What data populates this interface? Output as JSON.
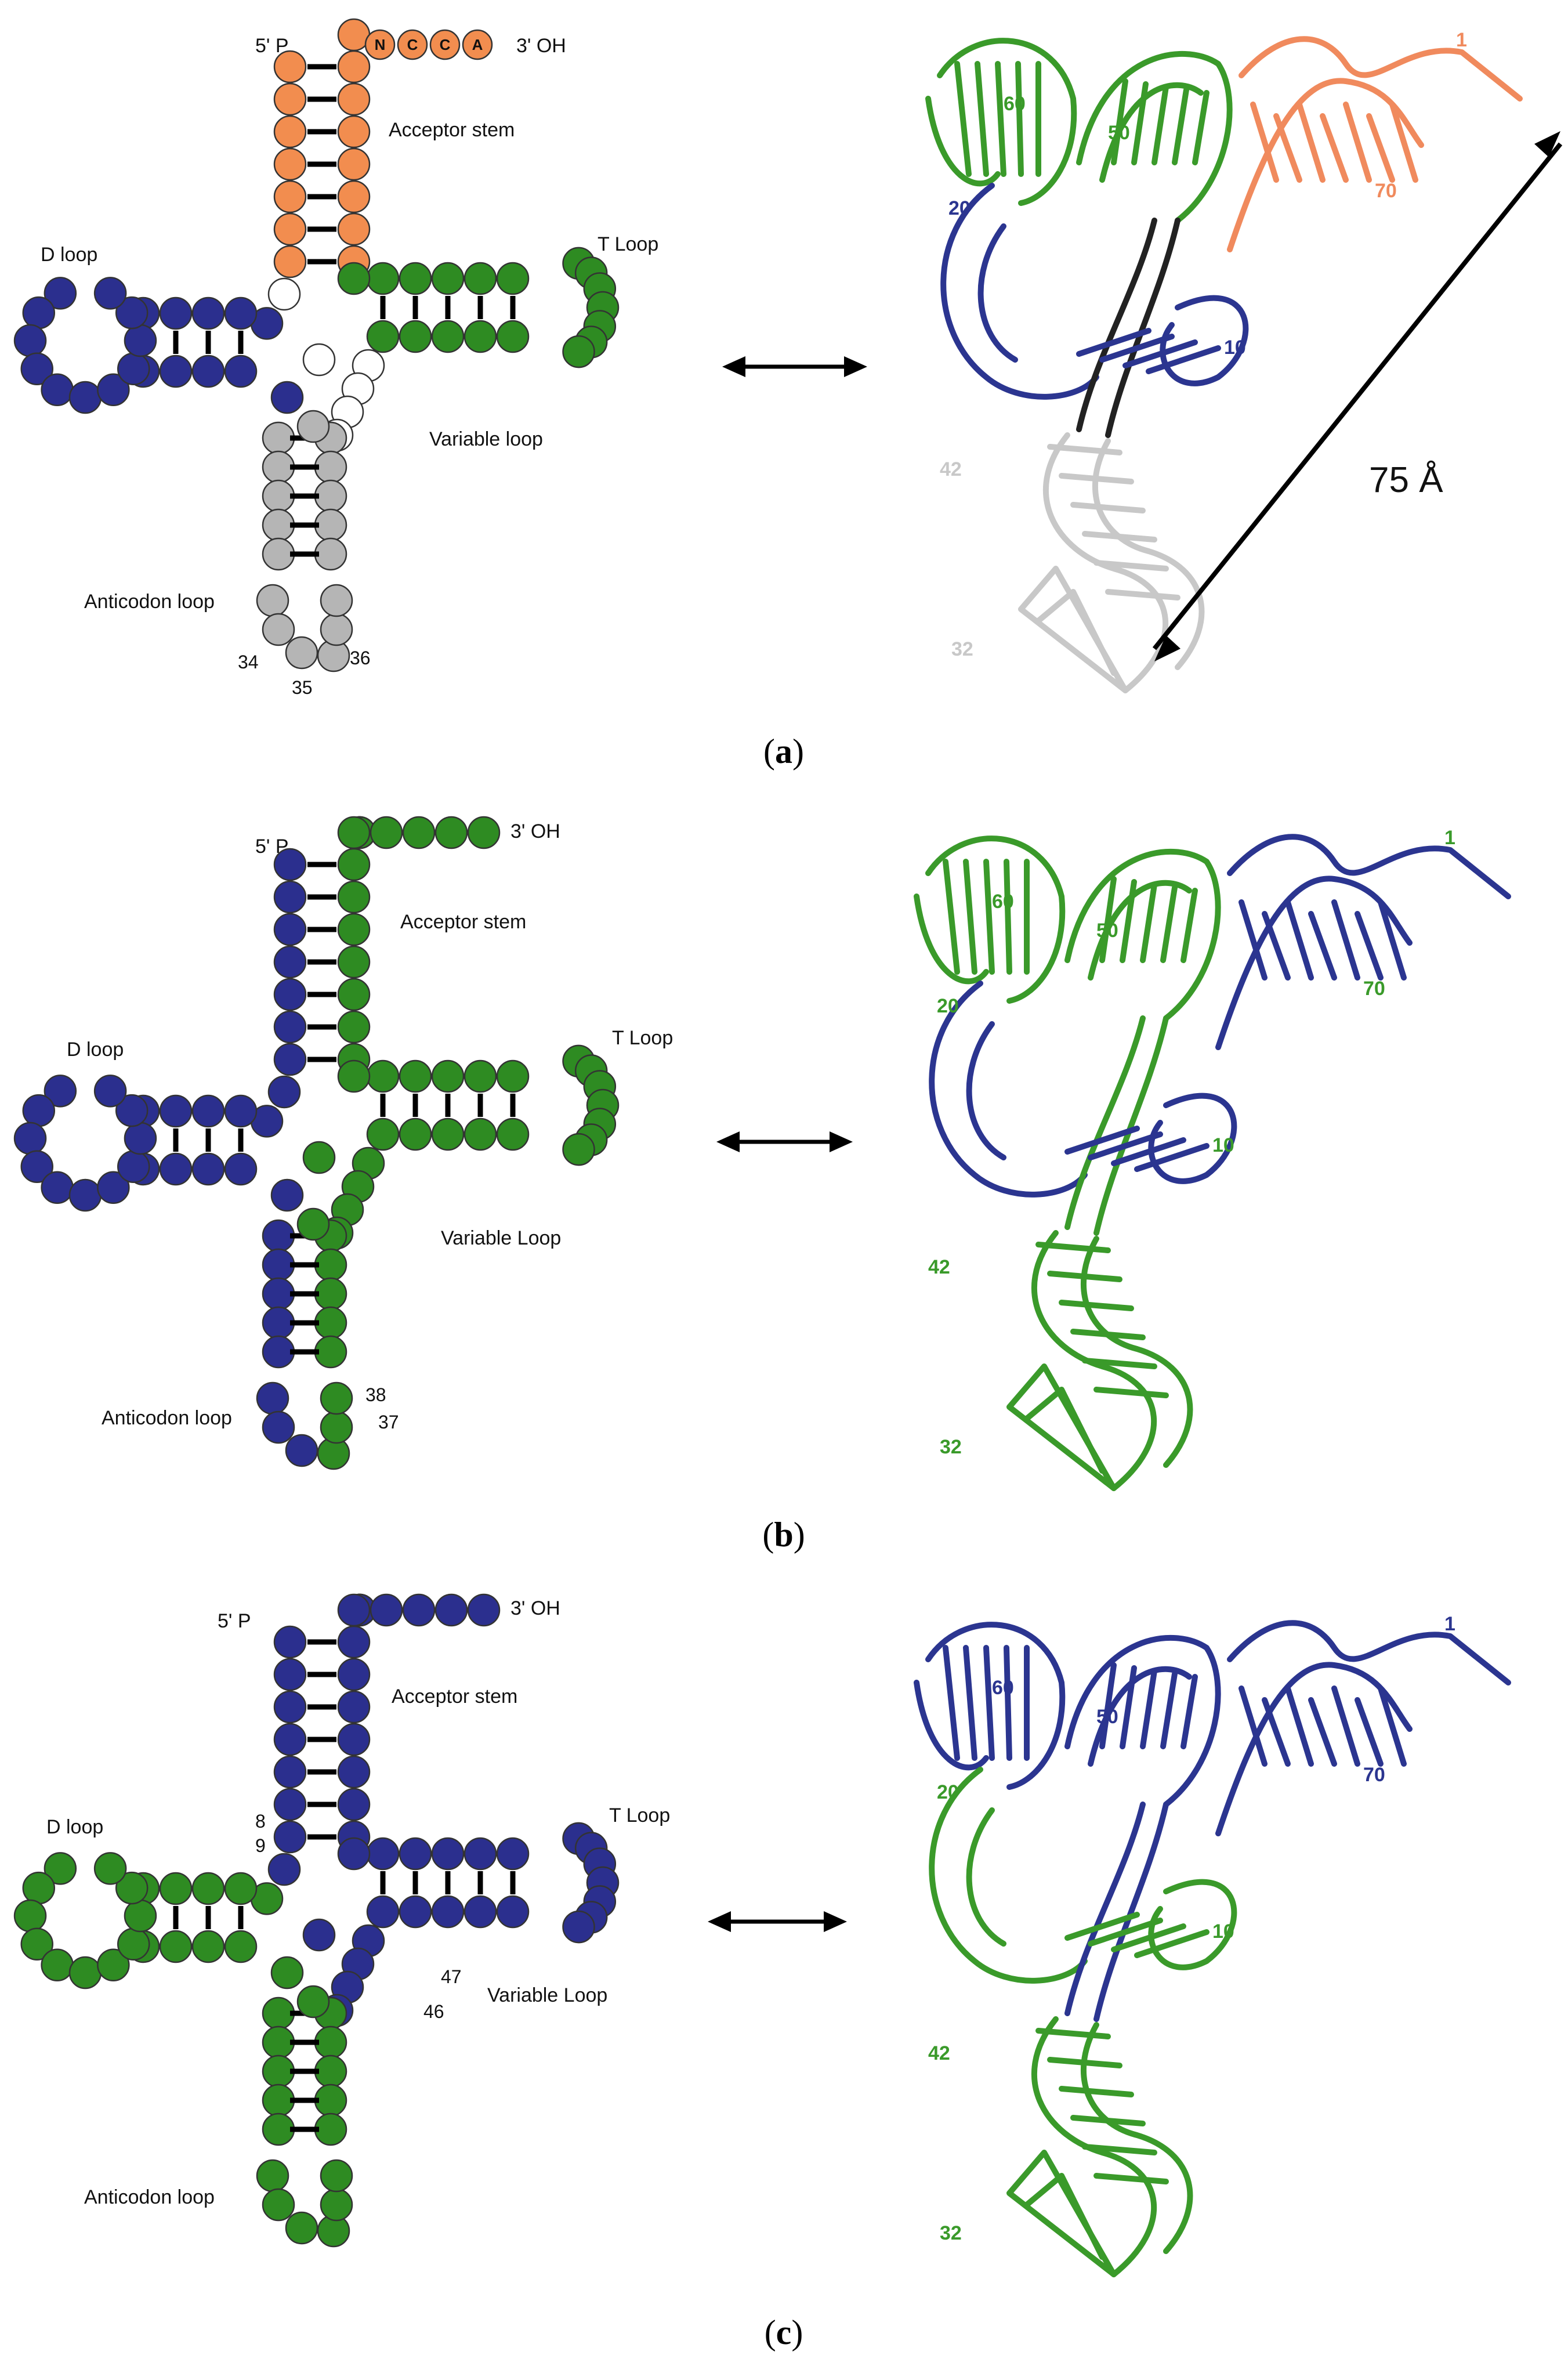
{
  "colors": {
    "orange": "#f28d4f",
    "navy": "#2b2f8e",
    "green": "#2e8b22",
    "gray": "#b5b5b5",
    "white": "#ffffff",
    "outline": "#333333",
    "ribbon_green": "#3a9a2a",
    "ribbon_navy": "#2b3590",
    "ribbon_orange": "#f08a5d",
    "ribbon_gray": "#c8c8c8"
  },
  "panels": [
    {
      "id": "a",
      "caption": "(a)",
      "caption_letter": "a",
      "scheme": {
        "label_5p": "5' P",
        "label_3oh": "3' OH",
        "acceptor_stem": "Acceptor stem",
        "t_loop": "T Loop",
        "d_loop": "D loop",
        "variable_loop": "Variable loop",
        "anticodon_loop": "Anticodon loop",
        "cca": [
          "N",
          "C",
          "C",
          "A"
        ],
        "positions": [
          "34",
          "35",
          "36"
        ]
      },
      "structure": {
        "numbers": [
          "1",
          "60",
          "50",
          "70",
          "20",
          "10",
          "42",
          "32"
        ],
        "distance": "75 Å"
      }
    },
    {
      "id": "b",
      "caption": "(b)",
      "caption_letter": "b",
      "scheme": {
        "label_5p": "5' P",
        "label_3oh": "3' OH",
        "acceptor_stem": "Acceptor stem",
        "t_loop": "T Loop",
        "d_loop": "D loop",
        "variable_loop": "Variable Loop",
        "anticodon_loop": "Anticodon loop",
        "positions": [
          "38",
          "37"
        ]
      },
      "structure": {
        "numbers": [
          "1",
          "60",
          "50",
          "70",
          "20",
          "10",
          "42",
          "32"
        ]
      }
    },
    {
      "id": "c",
      "caption": "(c)",
      "caption_letter": "c",
      "scheme": {
        "label_5p": "5' P",
        "label_3oh": "3' OH",
        "acceptor_stem": "Acceptor stem",
        "t_loop": "T Loop",
        "d_loop": "D loop",
        "variable_loop": "Variable Loop",
        "anticodon_loop": "Anticodon loop",
        "positions": [
          "8",
          "9",
          "47",
          "46"
        ]
      },
      "structure": {
        "numbers": [
          "1",
          "60",
          "50",
          "70",
          "20",
          "10",
          "42",
          "32"
        ]
      }
    }
  ]
}
